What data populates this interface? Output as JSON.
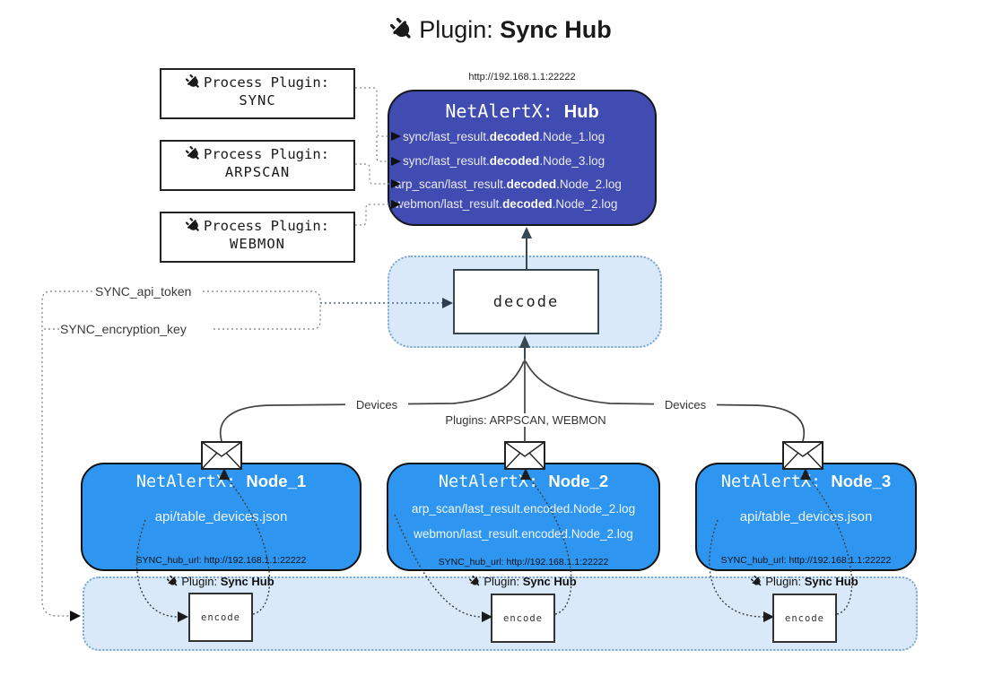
{
  "title": {
    "plugin_prefix": "Plugin:",
    "plugin_name": "Sync Hub"
  },
  "hub": {
    "url": "http://192.168.1.1:22222",
    "name_prefix": "NetAlertX:",
    "name": "Hub",
    "logs": [
      {
        "pre": "sync/last_result.",
        "mid": "decoded",
        "post": ".Node_1.log"
      },
      {
        "pre": "sync/last_result.",
        "mid": "decoded",
        "post": ".Node_3.log"
      },
      {
        "pre": "arp_scan/last_result.",
        "mid": "decoded",
        "post": ".Node_2.log"
      },
      {
        "pre": "webmon/last_result.",
        "mid": "decoded",
        "post": ".Node_2.log"
      }
    ]
  },
  "process_plugins": [
    {
      "label": "Process Plugin:",
      "name": "SYNC"
    },
    {
      "label": "Process Plugin:",
      "name": "ARPSCAN"
    },
    {
      "label": "Process Plugin:",
      "name": "WEBMON"
    }
  ],
  "settings": {
    "api_token": "SYNC_api_token",
    "encryption_key": "SYNC_encryption_key"
  },
  "decode": {
    "label": "decode"
  },
  "flows": {
    "left": "Devices",
    "center": "Plugins: ARPSCAN, WEBMON",
    "right": "Devices"
  },
  "nodes": [
    {
      "name_prefix": "NetAlertX:",
      "name": "Node_1",
      "lines": [
        "api/table_devices.json"
      ],
      "hub_url": "SYNC_hub_url: http://192.168.1.1:22222"
    },
    {
      "name_prefix": "NetAlertX:",
      "name": "Node_2",
      "lines": [
        "arp_scan/last_result.encoded.Node_2.log",
        "webmon/last_result.encoded.Node_2.log"
      ],
      "hub_url": "SYNC_hub_url: http://192.168.1.1:22222"
    },
    {
      "name_prefix": "NetAlertX:",
      "name": "Node_3",
      "lines": [
        "api/table_devices.json"
      ],
      "hub_url": "SYNC_hub_url: http://192.168.1.1:22222"
    }
  ],
  "encoders": [
    {
      "plugin_prefix": "Plugin:",
      "plugin_name": "Sync Hub",
      "label": "encode"
    },
    {
      "plugin_prefix": "Plugin:",
      "plugin_name": "Sync Hub",
      "label": "encode"
    },
    {
      "plugin_prefix": "Plugin:",
      "plugin_name": "Sync Hub",
      "label": "encode"
    }
  ],
  "icons": {
    "plug": "power-plug",
    "envelope": "message-envelope"
  },
  "colors": {
    "hub_bg": "#414CB2",
    "node_bg": "#2E96F0",
    "panel_bg": "#D9E9F9",
    "panel_border": "#7CA7CC",
    "text_light": "#EDEDED",
    "text_dark": "#1A1A1A"
  }
}
